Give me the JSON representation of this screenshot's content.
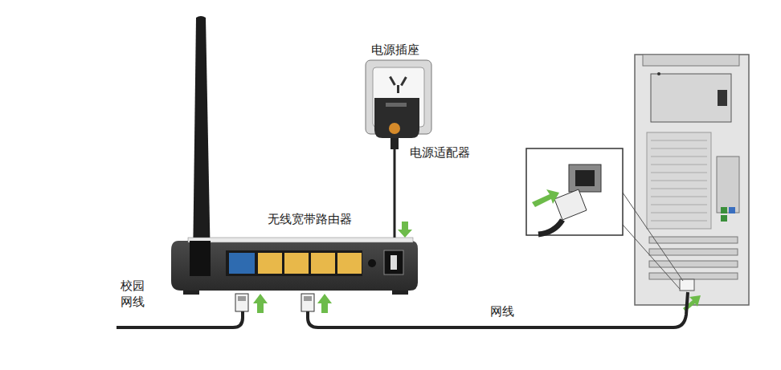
{
  "diagram": {
    "labels": [
      "电源插座",
      "电源适配器",
      "无线宽带路由器",
      "校园 网线",
      "网线"
    ]
  }
}
